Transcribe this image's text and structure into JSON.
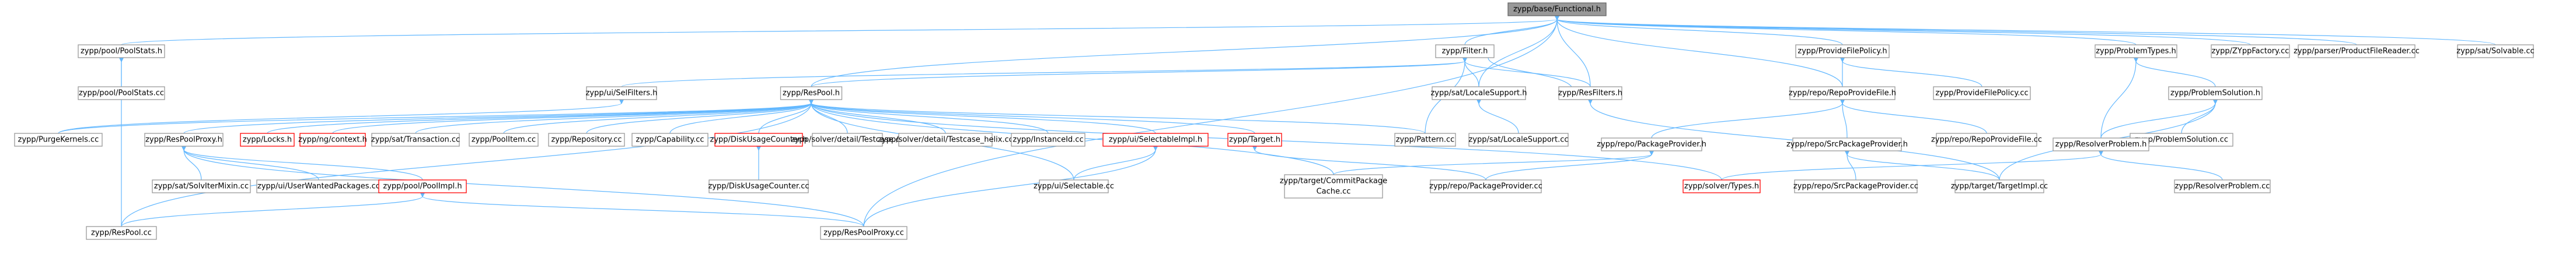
{
  "colors": {
    "edge": "#63b8ff",
    "node_border": "#999999",
    "node_border_incomplete": "#ff0000",
    "root_fill": "#999999"
  },
  "nodes": {
    "root": "zypp/base/Functional.h",
    "poolstats_h": "zypp/pool/PoolStats.h",
    "filter_h": "zypp/Filter.h",
    "providefilepolicy_h": "zypp/ProvideFilePolicy.h",
    "problemtypes_h": "zypp/ProblemTypes.h",
    "zyppfactory": "zypp/ZYppFactory.cc",
    "productfilereader": "zypp/parser/ProductFileReader.cc",
    "solvable_cc": "zypp/sat/Solvable.cc",
    "poolstats_cc": "zypp/pool/PoolStats.cc",
    "setfilters_h": "zypp/ui/SelFilters.h",
    "respool_h": "zypp/ResPool.h",
    "localesupport_h": "zypp/sat/LocaleSupport.h",
    "resfilters_h": "zypp/ResFilters.h",
    "repoprovidefile_h": "zypp/repo/RepoProvideFile.h",
    "providefilepolicy_cc": "zypp/ProvideFilePolicy.cc",
    "problemsolution_h": "zypp/ProblemSolution.h",
    "purgekernels": "zypp/PurgeKernels.cc",
    "respoolproxy_h": "zypp/ResPoolProxy.h",
    "locks_h": "zypp/Locks.h",
    "ngcontext_h": "zypp/ng/context.h",
    "transaction_cc": "zypp/sat/Transaction.cc",
    "poolitem_cc": "zypp/PoolItem.cc",
    "repository_cc": "zypp/Repository.cc",
    "capability_cc": "zypp/Capability.cc",
    "diskusagecounter_h": "zypp/DiskUsageCounter.h",
    "testcase_cc": "zypp/solver/detail/Testcase.cc",
    "testcase_helix_cc": "zypp/solver/detail/Testcase_helix.cc",
    "instanceid_cc": "zypp/InstanceId.cc",
    "selectableimpl_h": "zypp/ui/SelectableImpl.h",
    "target_h": "zypp/Target.h",
    "pattern_cc": "zypp/Pattern.cc",
    "localesupport_cc": "zypp/sat/LocaleSupport.cc",
    "packageprovider_h": "zypp/repo/PackageProvider.h",
    "srcpackageprovider_h": "zypp/repo/SrcPackageProvider.h",
    "repoprovidefile_cc": "zypp/repo/RepoProvideFile.cc",
    "problemsolution_cc": "zypp/ProblemSolution.cc",
    "resolverproblem_h": "zypp/ResolverProblem.h",
    "solvermain_cc": "zypp/sat/SolvIterMixin.cc",
    "userwanted_cc": "zypp/ui/UserWantedPackages.cc",
    "poolimpl_h": "zypp/pool/PoolImpl.h",
    "diskusagecounter_cc": "zypp/DiskUsageCounter.cc",
    "selectable_cc": "zypp/ui/Selectable.cc",
    "commitpackagecache_cc_1": "zypp/target/CommitPackage",
    "commitpackagecache_cc_2": "Cache.cc",
    "packageprovider_cc": "zypp/repo/PackageProvider.cc",
    "solvertypes_h": "zypp/solver/Types.h",
    "srcpackageprovider_cc": "zypp/repo/SrcPackageProvider.cc",
    "targetimpl_cc": "zypp/target/TargetImpl.cc",
    "resolverproblem_cc": "zypp/ResolverProblem.cc",
    "respool_cc": "zypp/ResPool.cc",
    "respoolproxy_cc": "zypp/ResPoolProxy.cc"
  }
}
